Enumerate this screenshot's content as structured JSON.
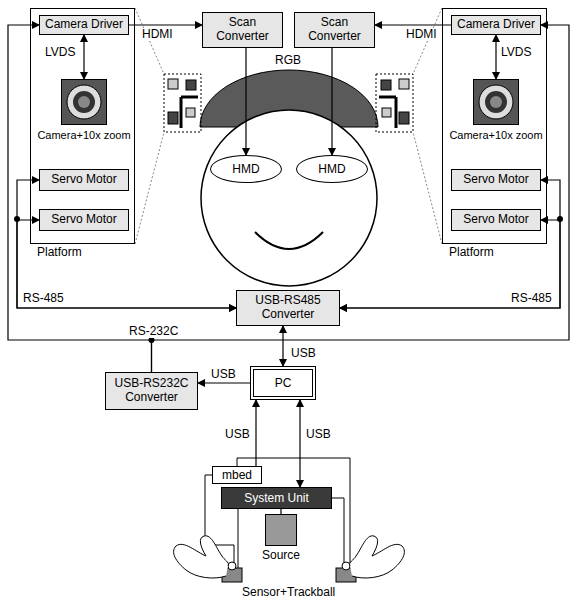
{
  "diagram": {
    "nodes": [
      {
        "text": [
          "Platform"
        ]
      },
      {
        "text": [
          "Camera Driver"
        ],
        "in": 0
      },
      {
        "text": [
          "Camera+10x zoom"
        ],
        "in": 0
      },
      {
        "text": [
          "Servo Motor"
        ],
        "in": 0
      },
      {
        "text": [
          "Servo Motor"
        ],
        "in": 0
      },
      {
        "text": [
          "Scan Converter"
        ]
      },
      {
        "text": [
          "Scan Converter"
        ]
      },
      {
        "text": [
          "Platform"
        ]
      },
      {
        "text": [
          "Camera Driver"
        ],
        "in": 7
      },
      {
        "text": [
          "Camera+10x zoom"
        ],
        "in": 7
      },
      {
        "text": [
          "Servo Motor"
        ],
        "in": 7
      },
      {
        "text": [
          "Servo Motor"
        ],
        "in": 7
      },
      {
        "text": [
          "HMD"
        ]
      },
      {
        "text": [
          "HMD"
        ]
      },
      {
        "text": [
          "USB-RS485 Converter"
        ]
      },
      {
        "text": [
          "USB-RS232C Converter"
        ]
      },
      {
        "text": [
          "PC"
        ]
      },
      {
        "text": [
          "mbed"
        ]
      },
      {
        "text": [
          "System Unit"
        ]
      },
      {
        "text": [
          "Source"
        ]
      }
    ],
    "edges": [
      {
        "from": 1,
        "to": 5,
        "arrow": "to",
        "label": "HDMI"
      },
      {
        "from": 2,
        "to": 1,
        "arrow": "both",
        "label": "LVDS"
      },
      {
        "from": 8,
        "to": 6,
        "arrow": "to",
        "label": "HDMI"
      },
      {
        "from": 9,
        "to": 8,
        "arrow": "both",
        "label": "LVDS"
      },
      {
        "from": 5,
        "to": 12,
        "arrow": "to"
      },
      {
        "from": 6,
        "to": 13,
        "arrow": "to"
      },
      {
        "from": 14,
        "to": 3,
        "arrow": "both"
      },
      {
        "from": 14,
        "to": 4,
        "arrow": "both"
      },
      {
        "from": 14,
        "to": 10,
        "arrow": "both"
      },
      {
        "from": 14,
        "to": 11,
        "arrow": "both"
      },
      {
        "from": 16,
        "to": 14,
        "arrow": "both",
        "label": "USB"
      },
      {
        "from": 16,
        "to": 15,
        "arrow": "to",
        "label": "USB"
      },
      {
        "from": 15,
        "to": 1,
        "arrow": "to"
      },
      {
        "from": 15,
        "to": 8,
        "arrow": "to"
      },
      {
        "from": 17,
        "to": 16,
        "arrow": "to",
        "label": "USB"
      },
      {
        "from": 18,
        "to": 16,
        "arrow": "both",
        "label": "USB"
      },
      {
        "from": 19,
        "to": 18,
        "arrow": "none"
      }
    ],
    "labels": [
      "RGB",
      "RS-485",
      "RS-485",
      "RS-232C",
      "Sensor+Trackball"
    ]
  }
}
